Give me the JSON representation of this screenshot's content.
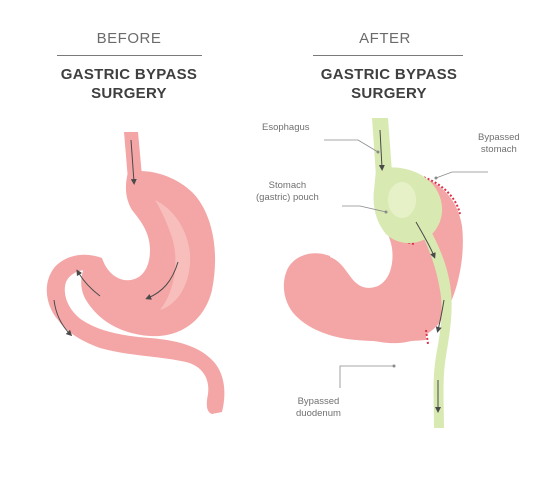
{
  "before": {
    "heading": "BEFORE",
    "title_line1": "GASTRIC BYPASS",
    "title_line2": "SURGERY"
  },
  "after": {
    "heading": "AFTER",
    "title_line1": "GASTRIC BYPASS",
    "title_line2": "SURGERY"
  },
  "labels": {
    "esophagus": "Esophagus",
    "bypassed_stomach_1": "Bypassed",
    "bypassed_stomach_2": "stomach",
    "pouch_1": "Stomach",
    "pouch_2": "(gastric) pouch",
    "duodenum_1": "Bypassed",
    "duodenum_2": "duodenum"
  },
  "colors": {
    "stomach_fill": "#f4a6a6",
    "stomach_highlight": "#f8c4c0",
    "pouch_fill": "#d8eab2",
    "intestine_fill": "#d8eab2",
    "staple_line": "#d9324a",
    "arrow": "#4a4a4a",
    "leader_line": "#8a8a8a"
  }
}
